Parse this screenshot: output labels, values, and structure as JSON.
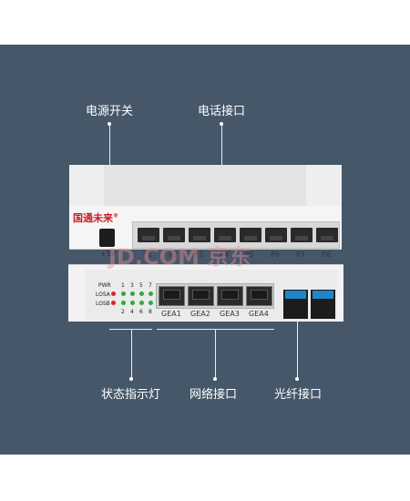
{
  "callouts": {
    "power_switch": "电源开关",
    "phone_port": "电话接口",
    "status_led": "状态指示灯",
    "network_port": "网络接口",
    "fiber_port": "光纤接口"
  },
  "device": {
    "brand": "国通未来",
    "brand_mark": "®",
    "power_label": "+5V",
    "phone_ports": [
      "P1",
      "P2",
      "P3",
      "P4",
      "P5",
      "P6",
      "P7",
      "P8"
    ],
    "led_labels": [
      "PWR",
      "LOSA",
      "LOSB"
    ],
    "led_top_numbers": [
      "1",
      "3",
      "5",
      "7"
    ],
    "led_bottom_numbers": [
      "2",
      "4",
      "6",
      "8"
    ],
    "network_ports": [
      "GEA1",
      "GEA2",
      "GEA3",
      "GEA4"
    ]
  },
  "watermark": "JD.COM 京东",
  "colors": {
    "panel": "#46576a",
    "led_red": "#d8262c",
    "led_green": "#2faa3a",
    "sfp_blue": "#1e86c8"
  }
}
